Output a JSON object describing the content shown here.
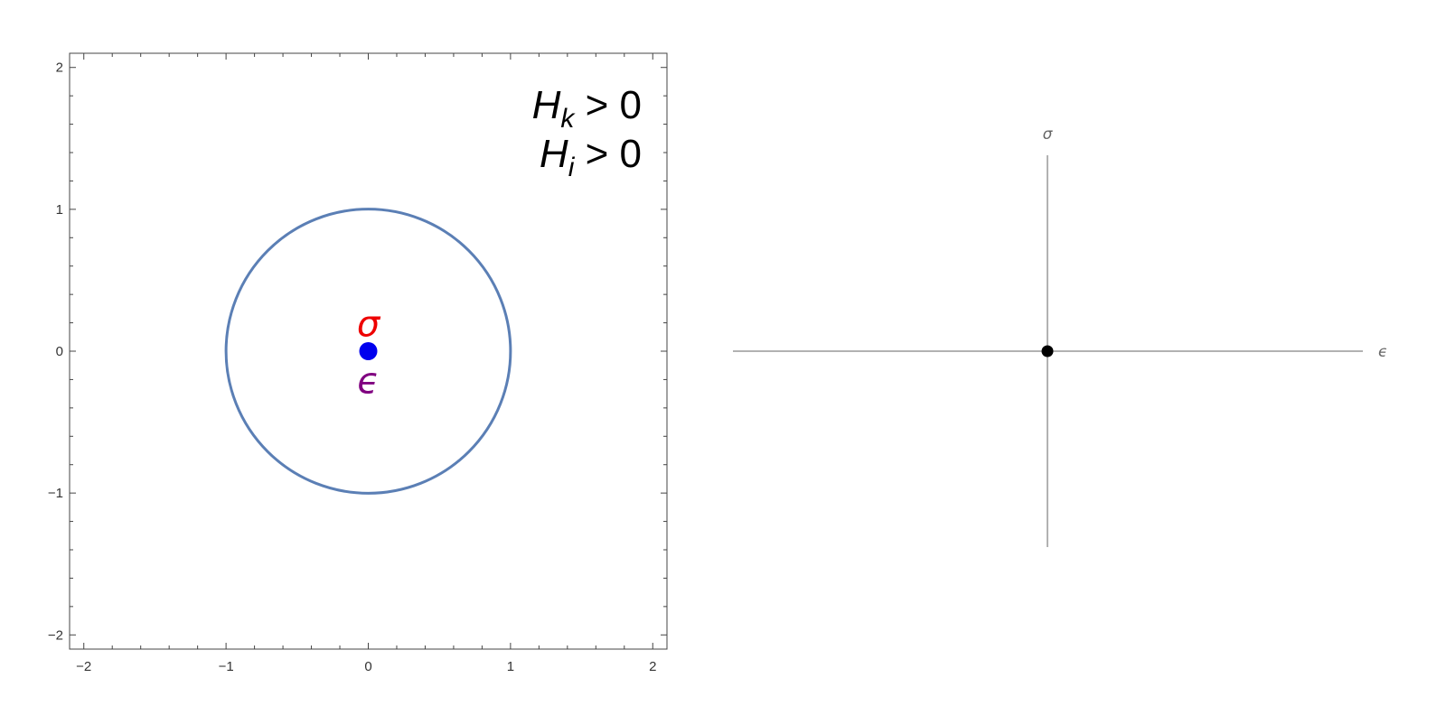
{
  "chart_data": [
    {
      "type": "scatter",
      "title": "",
      "xlabel": "",
      "ylabel": "",
      "xlim": [
        -2.1,
        2.1
      ],
      "ylim": [
        -2.1,
        2.1
      ],
      "xticks": [
        -2,
        -1,
        0,
        1,
        2
      ],
      "yticks": [
        -2,
        -1,
        0,
        1,
        2
      ],
      "xtick_labels": [
        "−2",
        "−1",
        "0",
        "1",
        "2"
      ],
      "ytick_labels": [
        "−2",
        "−1",
        "0",
        "1",
        "2"
      ],
      "grid": false,
      "frame": true,
      "circle": {
        "center": [
          0,
          0
        ],
        "radius": 1,
        "color": "#5b7fb5"
      },
      "points": [
        {
          "x": 0,
          "y": 0,
          "color": "#0000ee"
        }
      ],
      "point_labels": [
        {
          "text": "σ",
          "x": 0,
          "y": 0.18,
          "color": "#ee0000"
        },
        {
          "text": "ϵ",
          "x": 0,
          "y": -0.22,
          "color": "#800080"
        }
      ],
      "annotations": [
        {
          "var": "H",
          "sub": "k",
          "rest": " > 0"
        },
        {
          "var": "H",
          "sub": "i",
          "rest": " > 0"
        }
      ],
      "annotation_position": "top-right"
    },
    {
      "type": "scatter",
      "title": "",
      "xlabel": "ϵ",
      "ylabel": "σ",
      "xlim": [
        -1,
        1
      ],
      "ylim": [
        -1,
        1
      ],
      "frame": false,
      "axes_through_origin": true,
      "grid": false,
      "points": [
        {
          "x": 0,
          "y": 0,
          "color": "#000000"
        }
      ]
    }
  ]
}
